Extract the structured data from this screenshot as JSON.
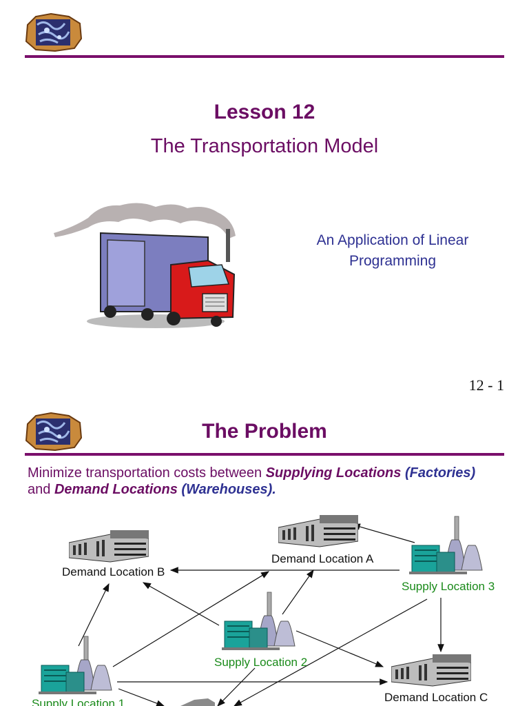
{
  "slide1": {
    "title": "Lesson 12",
    "subtitle": "The Transportation Model",
    "application_line1": "An Application of Linear",
    "application_line2": "Programming",
    "page_number": "12 - 1"
  },
  "slide2": {
    "title": "The Problem",
    "intro": {
      "part1": "Minimize transportation costs between ",
      "supplying": "Supplying Locations",
      "factories": "(Factories)",
      "and": "and ",
      "demand": "Demand Locations",
      "warehouses": "(Warehouses)."
    },
    "locations": {
      "demand_a": "Demand Location A",
      "demand_b": "Demand Location B",
      "demand_c": "Demand Location C",
      "supply_1": "Supply Location 1",
      "supply_2": "Supply Location 2",
      "supply_3": "Supply Location 3"
    }
  },
  "colors": {
    "accent": "#7a0f6b",
    "title": "#6b0d63",
    "blue_text": "#2e3192",
    "supply_label": "#1a8a1a"
  }
}
